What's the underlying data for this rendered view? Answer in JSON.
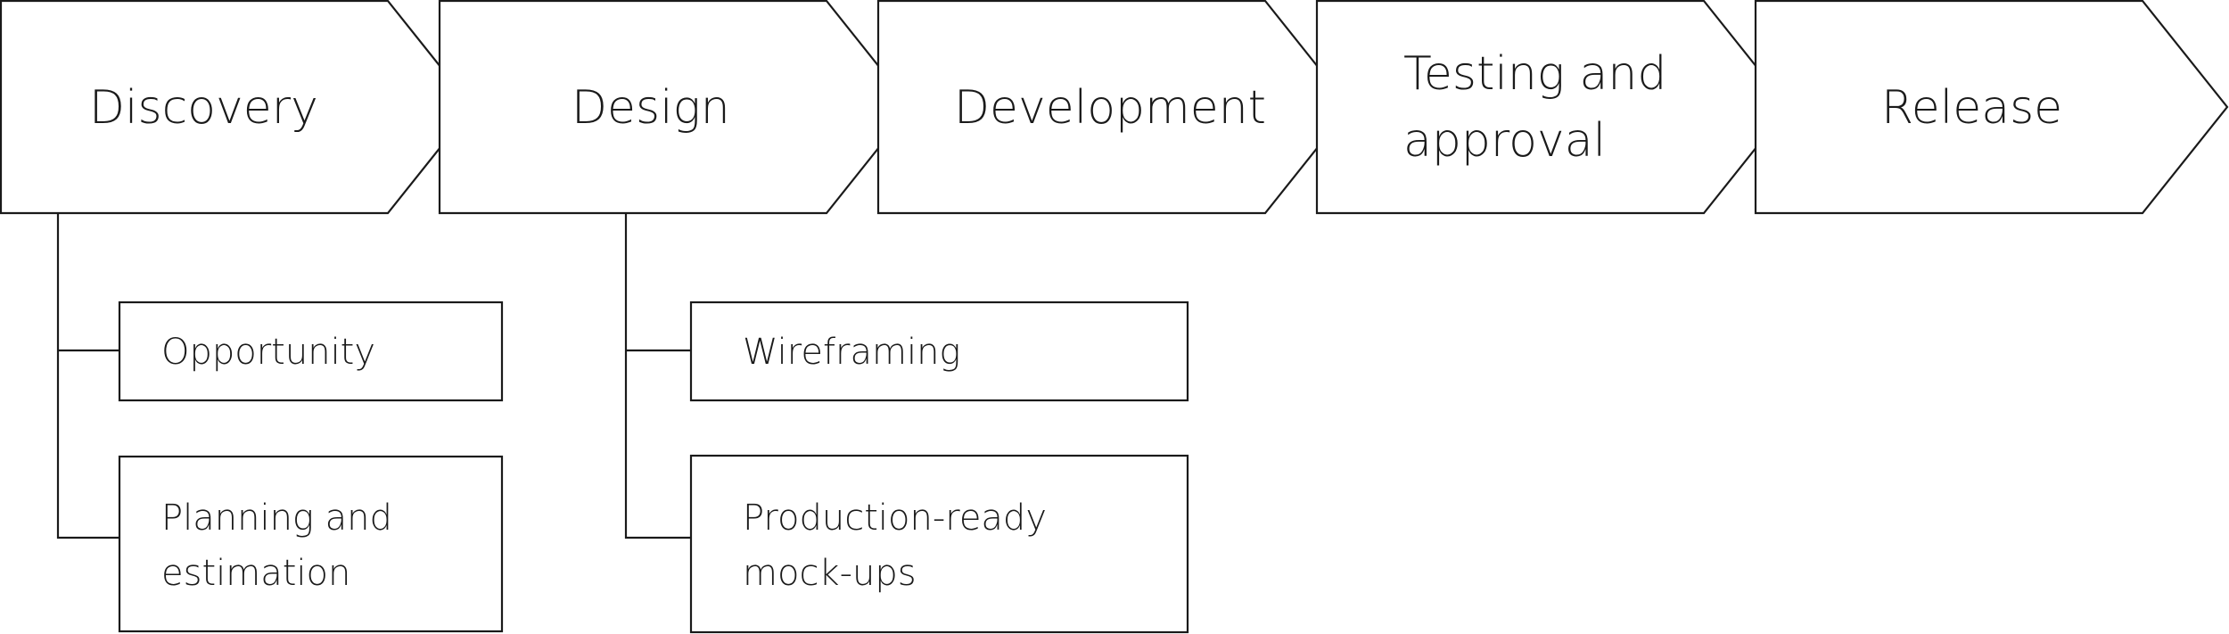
{
  "stages": [
    {
      "label": "Discovery"
    },
    {
      "label": "Design"
    },
    {
      "label": "Development"
    },
    {
      "label": "Testing and approval",
      "lines": [
        "Testing and",
        "approval"
      ]
    },
    {
      "label": "Release"
    }
  ],
  "tasks": {
    "discovery": [
      {
        "label": "Opportunity",
        "lines": [
          "Opportunity"
        ]
      },
      {
        "label": "Planning and estimation",
        "lines": [
          "Planning and",
          "estimation"
        ]
      }
    ],
    "design": [
      {
        "label": "Wireframing",
        "lines": [
          "Wireframing"
        ]
      },
      {
        "label": "Production-ready mock-ups",
        "lines": [
          "Production-ready",
          "mock-ups"
        ]
      }
    ]
  }
}
